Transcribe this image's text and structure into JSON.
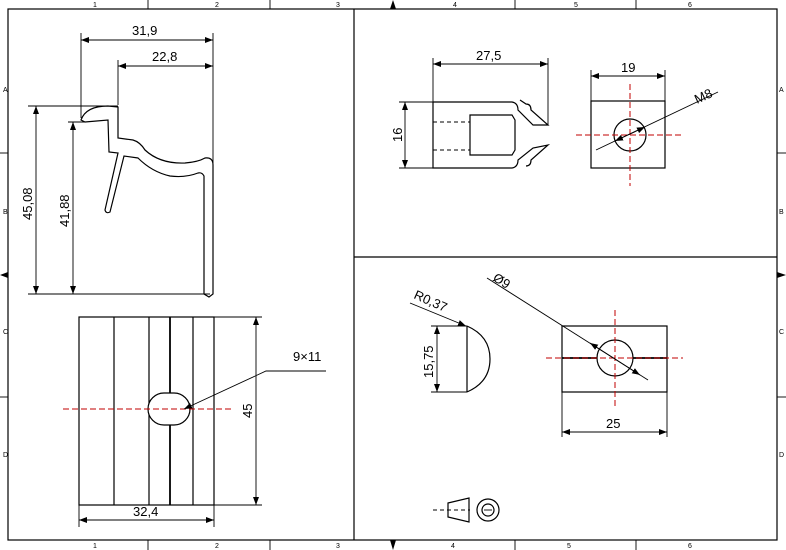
{
  "sheet": {
    "zones_top": [
      "1",
      "2",
      "3",
      "4",
      "5",
      "6"
    ],
    "zones_side": [
      "A",
      "B",
      "C",
      "D"
    ]
  },
  "view_side_profile": {
    "width_overall": "31,9",
    "width_inner": "22,8",
    "height_overall": "45,08",
    "height_inner": "41,88"
  },
  "view_front": {
    "slot": "9×11",
    "height": "45",
    "width": "32,4"
  },
  "view_nut_profile": {
    "width": "27,5",
    "height": "16"
  },
  "view_nut_front": {
    "width": "19",
    "thread": "M8"
  },
  "view_washer_side": {
    "radius": "R0,37",
    "height": "15,75"
  },
  "view_washer_front": {
    "hole": "Ø9",
    "width": "25"
  },
  "colors": {
    "centerline": "#c00000",
    "line": "#000000"
  },
  "projection_symbol": "first-angle-projection-icon"
}
